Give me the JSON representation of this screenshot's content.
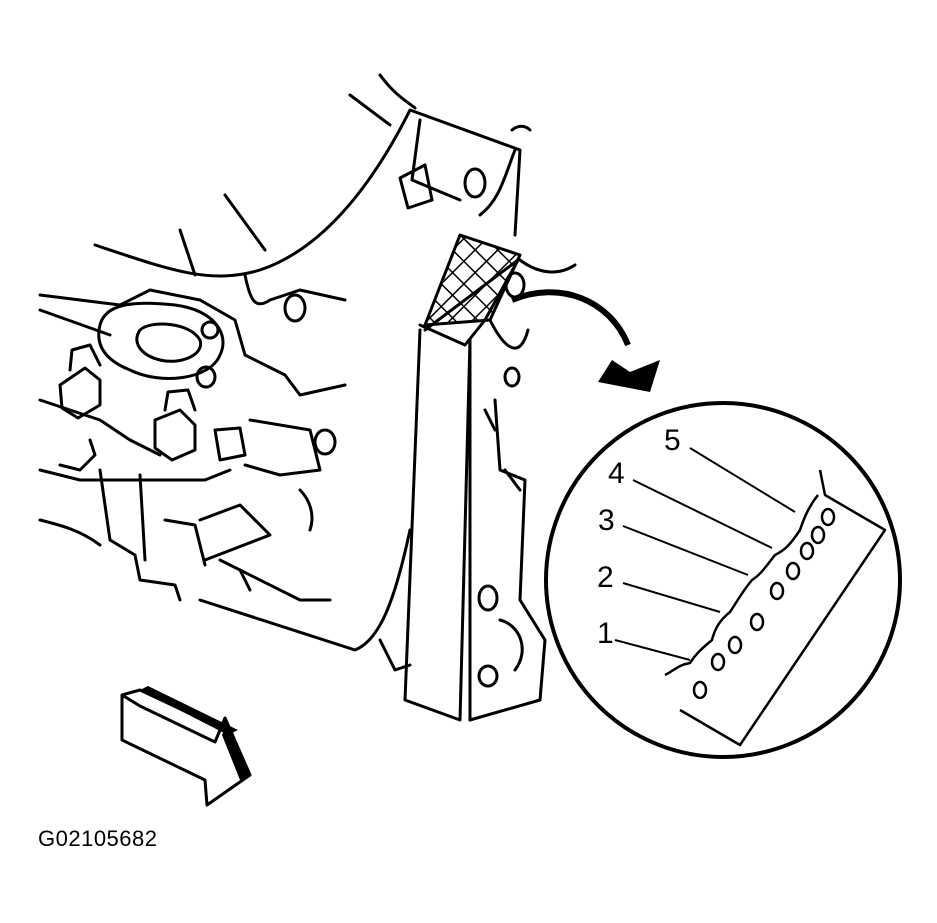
{
  "figure_id": "G02105682",
  "callouts": [
    {
      "label": "1"
    },
    {
      "label": "2"
    },
    {
      "label": "3"
    },
    {
      "label": "4"
    },
    {
      "label": "5"
    }
  ],
  "colors": {
    "line": "#000000",
    "background": "#ffffff"
  }
}
